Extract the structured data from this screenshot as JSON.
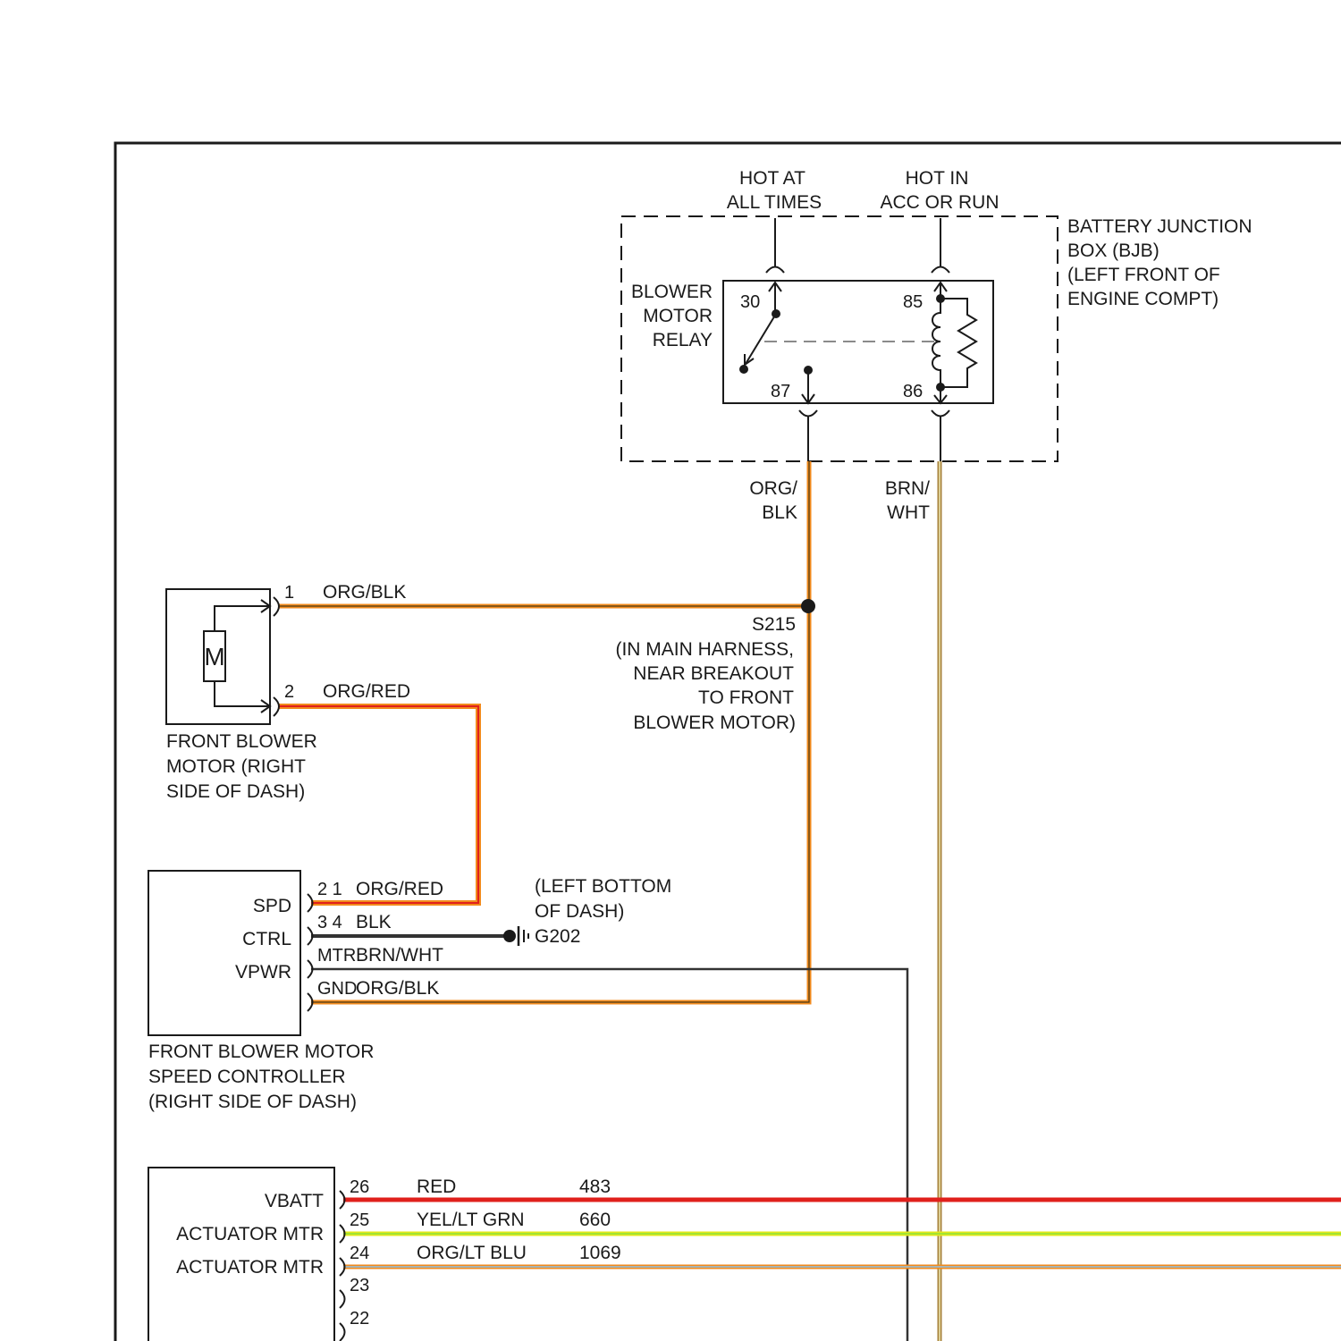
{
  "power": {
    "hot_at_all_times": [
      "HOT AT",
      "ALL TIMES"
    ],
    "hot_in_acc_run": [
      "HOT IN",
      "ACC OR RUN"
    ]
  },
  "bjb": {
    "label": [
      "BATTERY JUNCTION",
      "BOX (BJB)",
      "(LEFT FRONT OF",
      "ENGINE COMPT)"
    ]
  },
  "relay": {
    "label": [
      "BLOWER",
      "MOTOR",
      "RELAY"
    ],
    "pins": {
      "p30": "30",
      "p85": "85",
      "p87": "87",
      "p86": "86"
    }
  },
  "wires": {
    "relay_87_out": [
      "ORG/",
      "BLK"
    ],
    "relay_86_out": [
      "BRN/",
      "WHT"
    ],
    "motor_pin1": {
      "pin": "1",
      "color": "ORG/BLK"
    },
    "motor_pin2": {
      "pin": "2",
      "color": "ORG/RED"
    }
  },
  "splice": {
    "id": "S215",
    "location": [
      "(IN MAIN HARNESS,",
      "NEAR BREAKOUT",
      "TO FRONT",
      "BLOWER MOTOR)"
    ]
  },
  "blower_motor": {
    "symbol": "M",
    "label": [
      "FRONT BLOWER",
      "MOTOR (RIGHT",
      "SIDE OF DASH)"
    ]
  },
  "speed_controller": {
    "label": [
      "FRONT BLOWER MOTOR",
      "SPEED CONTROLLER",
      "(RIGHT SIDE OF DASH)"
    ],
    "pins": [
      {
        "name": "SPD",
        "pin": "2 1",
        "color": "ORG/RED"
      },
      {
        "name": "CTRL",
        "pin": "3 4",
        "color": "BLK"
      },
      {
        "name": "VPWR",
        "pin": "MTR",
        "color": "BRN/WHT"
      },
      {
        "name": "",
        "pin": "GND",
        "color": "ORG/BLK"
      }
    ]
  },
  "ground": {
    "id": "G202",
    "location": [
      "(LEFT BOTTOM",
      "OF DASH)"
    ]
  },
  "lower_module": {
    "rows": [
      {
        "name": "VBATT",
        "pin": "26",
        "color": "RED",
        "circuit": "483"
      },
      {
        "name": "ACTUATOR MTR",
        "pin": "25",
        "color": "YEL/LT GRN",
        "circuit": "660"
      },
      {
        "name": "ACTUATOR MTR",
        "pin": "24",
        "color": "ORG/LT BLU",
        "circuit": "1069"
      },
      {
        "name": "",
        "pin": "23",
        "color": "",
        "circuit": ""
      },
      {
        "name": "",
        "pin": "22",
        "color": "",
        "circuit": ""
      }
    ]
  },
  "wire_colors": {
    "org": "#f28a1c",
    "org_blk_core": "#4a3b1a",
    "red": "#e0201c",
    "yel": "#e3e81a",
    "lt_grn": "#8de23a",
    "lt_blu": "#8ec3e8",
    "brn": "#a7823c",
    "wht": "#eee8b0",
    "blk": "#333333"
  }
}
